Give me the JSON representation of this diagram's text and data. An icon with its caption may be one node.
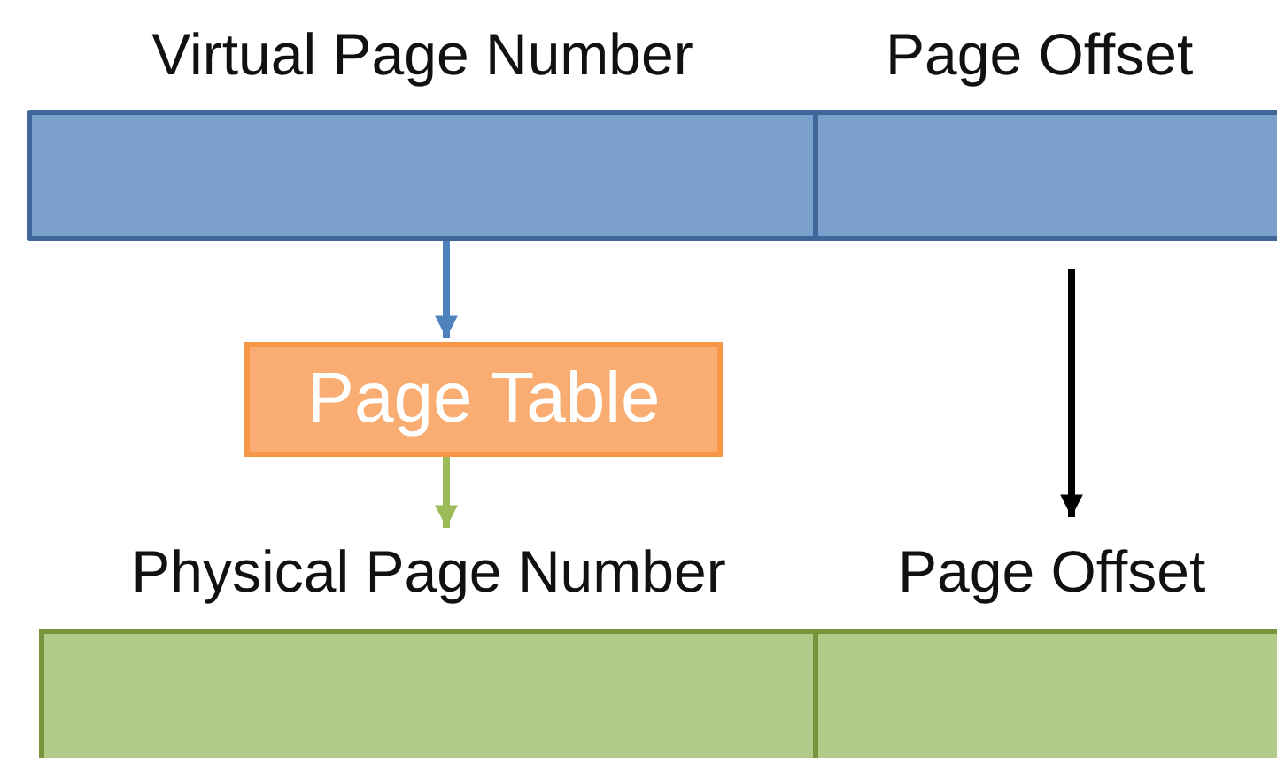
{
  "diagram": {
    "nodes": [
      {
        "text": [
          "Virtual Page Number"
        ]
      },
      {
        "text": [
          "Page Offset"
        ]
      },
      {
        "text": [
          "Page Table"
        ]
      },
      {
        "text": [
          "Physical Page Number"
        ]
      },
      {
        "text": [
          "Page Offset"
        ]
      }
    ],
    "edges": [
      {
        "from": 0,
        "to": 2,
        "arrow": "to",
        "color": "#4f81bd"
      },
      {
        "from": 2,
        "to": 3,
        "arrow": "to",
        "color": "#9bbb59"
      },
      {
        "from": 1,
        "to": 4,
        "arrow": "to",
        "color": "#000000"
      }
    ]
  }
}
